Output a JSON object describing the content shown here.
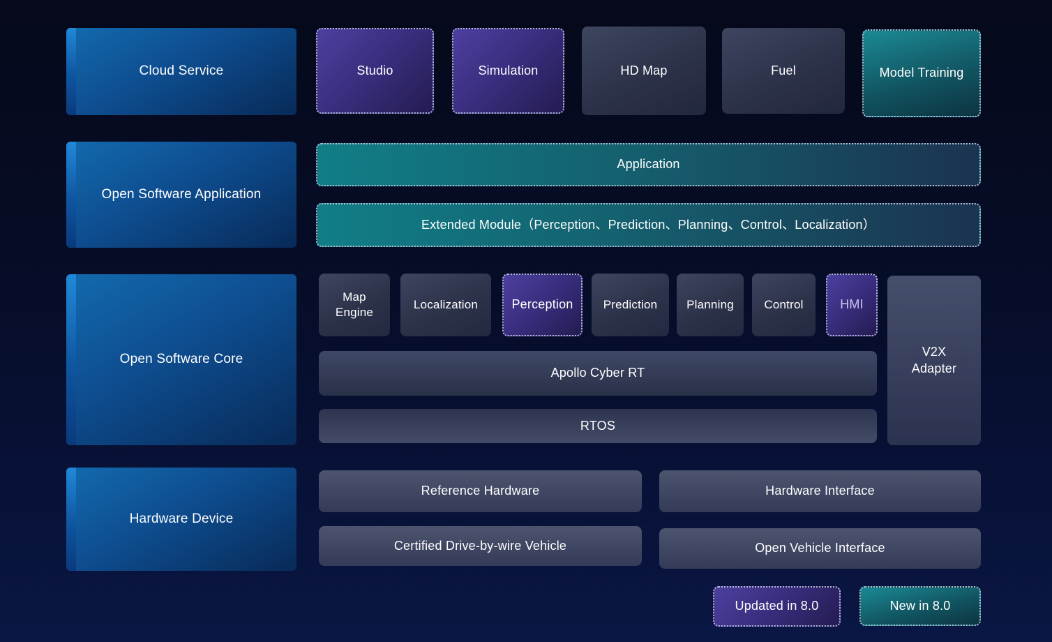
{
  "cloud_service": {
    "label": "Cloud Service",
    "studio": "Studio",
    "simulation": "Simulation",
    "hd_map": "HD Map",
    "fuel": "Fuel",
    "model_training": "Model Training"
  },
  "open_software_application": {
    "label": "Open Software Application",
    "application": "Application",
    "extended_module": "Extended Module（Perception、Prediction、Planning、Control、Localization）"
  },
  "open_software_core": {
    "label": "Open Software Core",
    "map_engine": "Map Engine",
    "localization": "Localization",
    "perception": "Perception",
    "prediction": "Prediction",
    "planning": "Planning",
    "control": "Control",
    "hmi": "HMI",
    "v2x_adapter": "V2X Adapter",
    "apollo_cyber_rt": "Apollo Cyber RT",
    "rtos": "RTOS"
  },
  "hardware_device": {
    "label": "Hardware Device",
    "reference_hardware": "Reference Hardware",
    "hardware_interface": "Hardware Interface",
    "certified_drive_by_wire_vehicle": "Certified Drive-by-wire Vehicle",
    "open_vehicle_interface": "Open Vehicle Interface"
  },
  "legend": {
    "updated_label": "Updated in 8.0",
    "new_label": "New in 8.0"
  },
  "colors": {
    "background_top": "#05091a",
    "background_bottom": "#0a1644",
    "label_blue": "#0f5ea2",
    "accent_blue": "#2089d8",
    "module_slate": "#3d4560",
    "updated_purple": "#4c3f9f",
    "new_teal": "#1a8a94",
    "hmi_text_color": "#cdc4f0"
  }
}
